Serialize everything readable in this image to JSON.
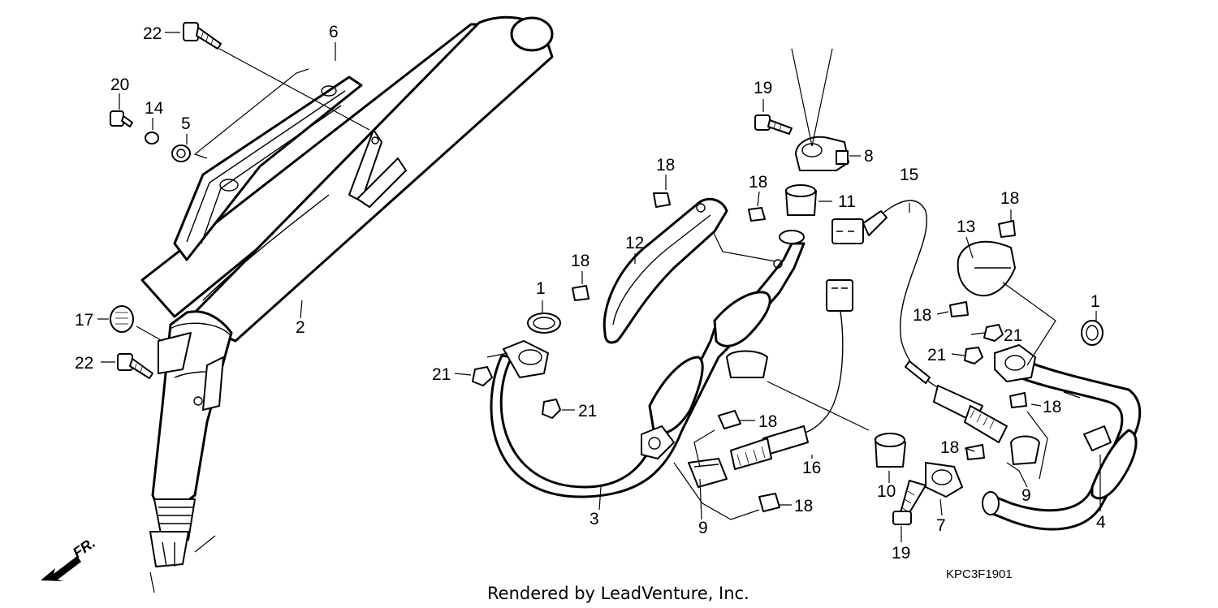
{
  "diagram": {
    "callouts": [
      {
        "id": "c22a",
        "text": "22"
      },
      {
        "id": "c6",
        "text": "6"
      },
      {
        "id": "c20",
        "text": "20"
      },
      {
        "id": "c14",
        "text": "14"
      },
      {
        "id": "c5",
        "text": "5"
      },
      {
        "id": "c17",
        "text": "17"
      },
      {
        "id": "c2",
        "text": "2"
      },
      {
        "id": "c22b",
        "text": "22"
      },
      {
        "id": "c19a",
        "text": "19"
      },
      {
        "id": "c8",
        "text": "8"
      },
      {
        "id": "c18a",
        "text": "18"
      },
      {
        "id": "c18b",
        "text": "18"
      },
      {
        "id": "c11",
        "text": "11"
      },
      {
        "id": "c15",
        "text": "15"
      },
      {
        "id": "c12",
        "text": "12"
      },
      {
        "id": "c18c",
        "text": "18"
      },
      {
        "id": "c1a",
        "text": "1"
      },
      {
        "id": "c18d",
        "text": "18"
      },
      {
        "id": "c13",
        "text": "13"
      },
      {
        "id": "c1b",
        "text": "1"
      },
      {
        "id": "c18e",
        "text": "18"
      },
      {
        "id": "c21a",
        "text": "21"
      },
      {
        "id": "c21b",
        "text": "21"
      },
      {
        "id": "c21c",
        "text": "21"
      },
      {
        "id": "c21d",
        "text": "21"
      },
      {
        "id": "c18f",
        "text": "18"
      },
      {
        "id": "c18g",
        "text": "18"
      },
      {
        "id": "c18h",
        "text": "18"
      },
      {
        "id": "c16",
        "text": "16"
      },
      {
        "id": "c10",
        "text": "10"
      },
      {
        "id": "c7",
        "text": "7"
      },
      {
        "id": "c9a",
        "text": "9"
      },
      {
        "id": "c9b",
        "text": "9"
      },
      {
        "id": "c3",
        "text": "3"
      },
      {
        "id": "c18i",
        "text": "18"
      },
      {
        "id": "c4",
        "text": "4"
      },
      {
        "id": "c19b",
        "text": "19"
      }
    ],
    "front_indicator": "FR.",
    "diagram_code": "KPC3F1901",
    "footer": "Rendered by LeadVenture, Inc."
  }
}
